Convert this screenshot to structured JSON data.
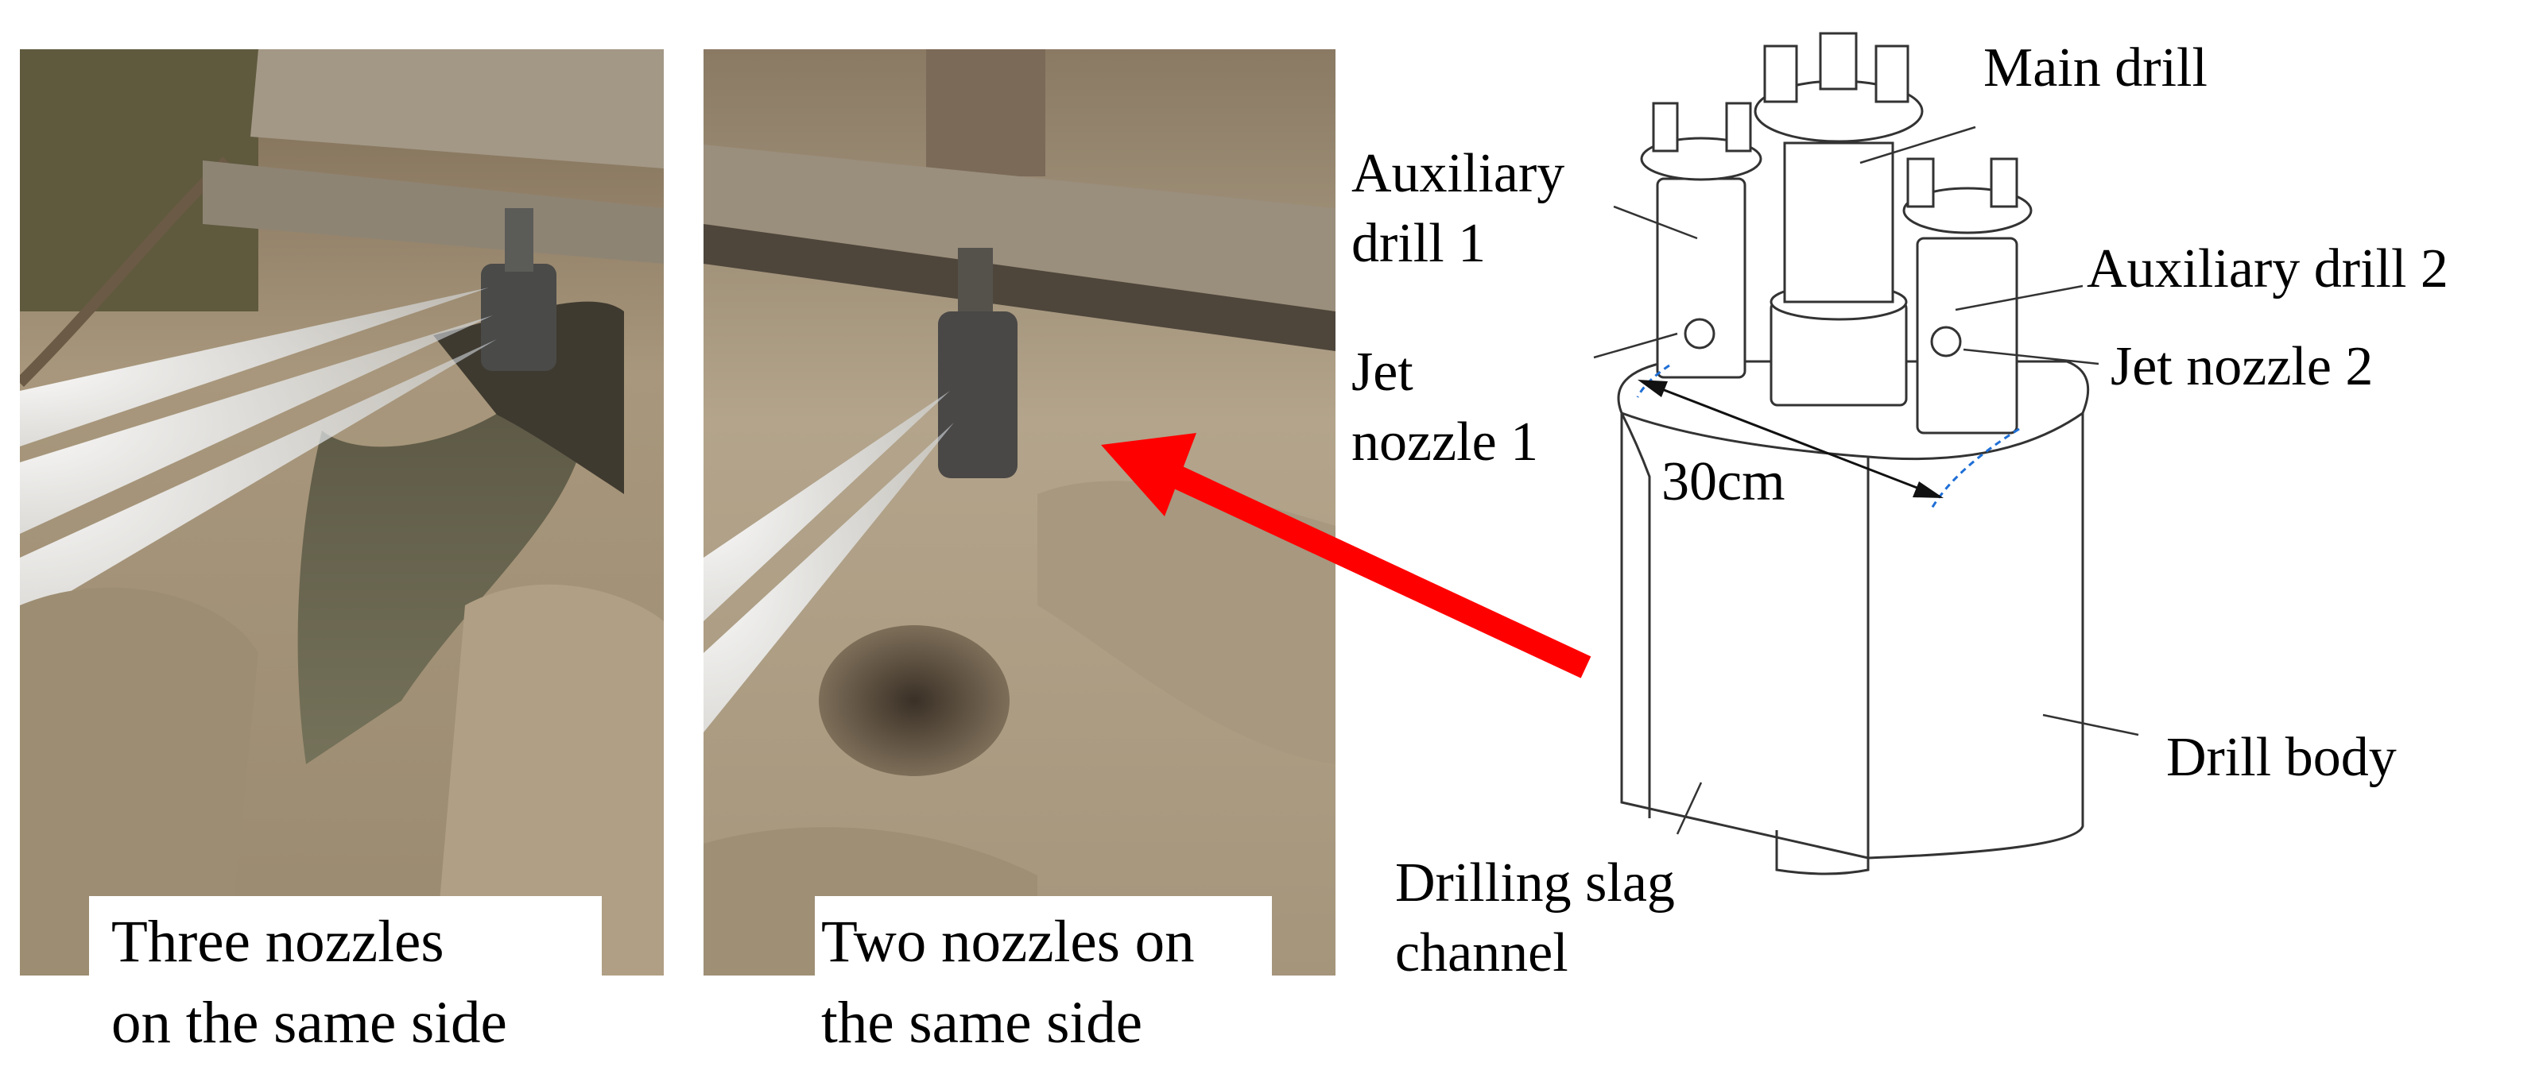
{
  "photos": {
    "left_caption_line1": "Three nozzles",
    "left_caption_line2": "on the same side",
    "right_caption_line1": "Two nozzles on",
    "right_caption_line2": "the same side"
  },
  "diagram": {
    "main_drill": "Main drill",
    "auxiliary_drill_1_line1": "Auxiliary",
    "auxiliary_drill_1_line2": "drill 1",
    "auxiliary_drill_2": "Auxiliary drill 2",
    "jet_nozzle_1_line1": "Jet",
    "jet_nozzle_1_line2": "nozzle 1",
    "jet_nozzle_2": "Jet nozzle 2",
    "dimension": "30cm",
    "drill_body": "Drill body",
    "drilling_slag_channel_line1": "Drilling slag",
    "drilling_slag_channel_line2": "channel"
  },
  "colors": {
    "pointer_arrow": "#ff0000",
    "dimension_guide": "#1f6fd6",
    "line_art": "#333333",
    "soil": "#a8977c",
    "jet_spray": "#eef2f6"
  }
}
